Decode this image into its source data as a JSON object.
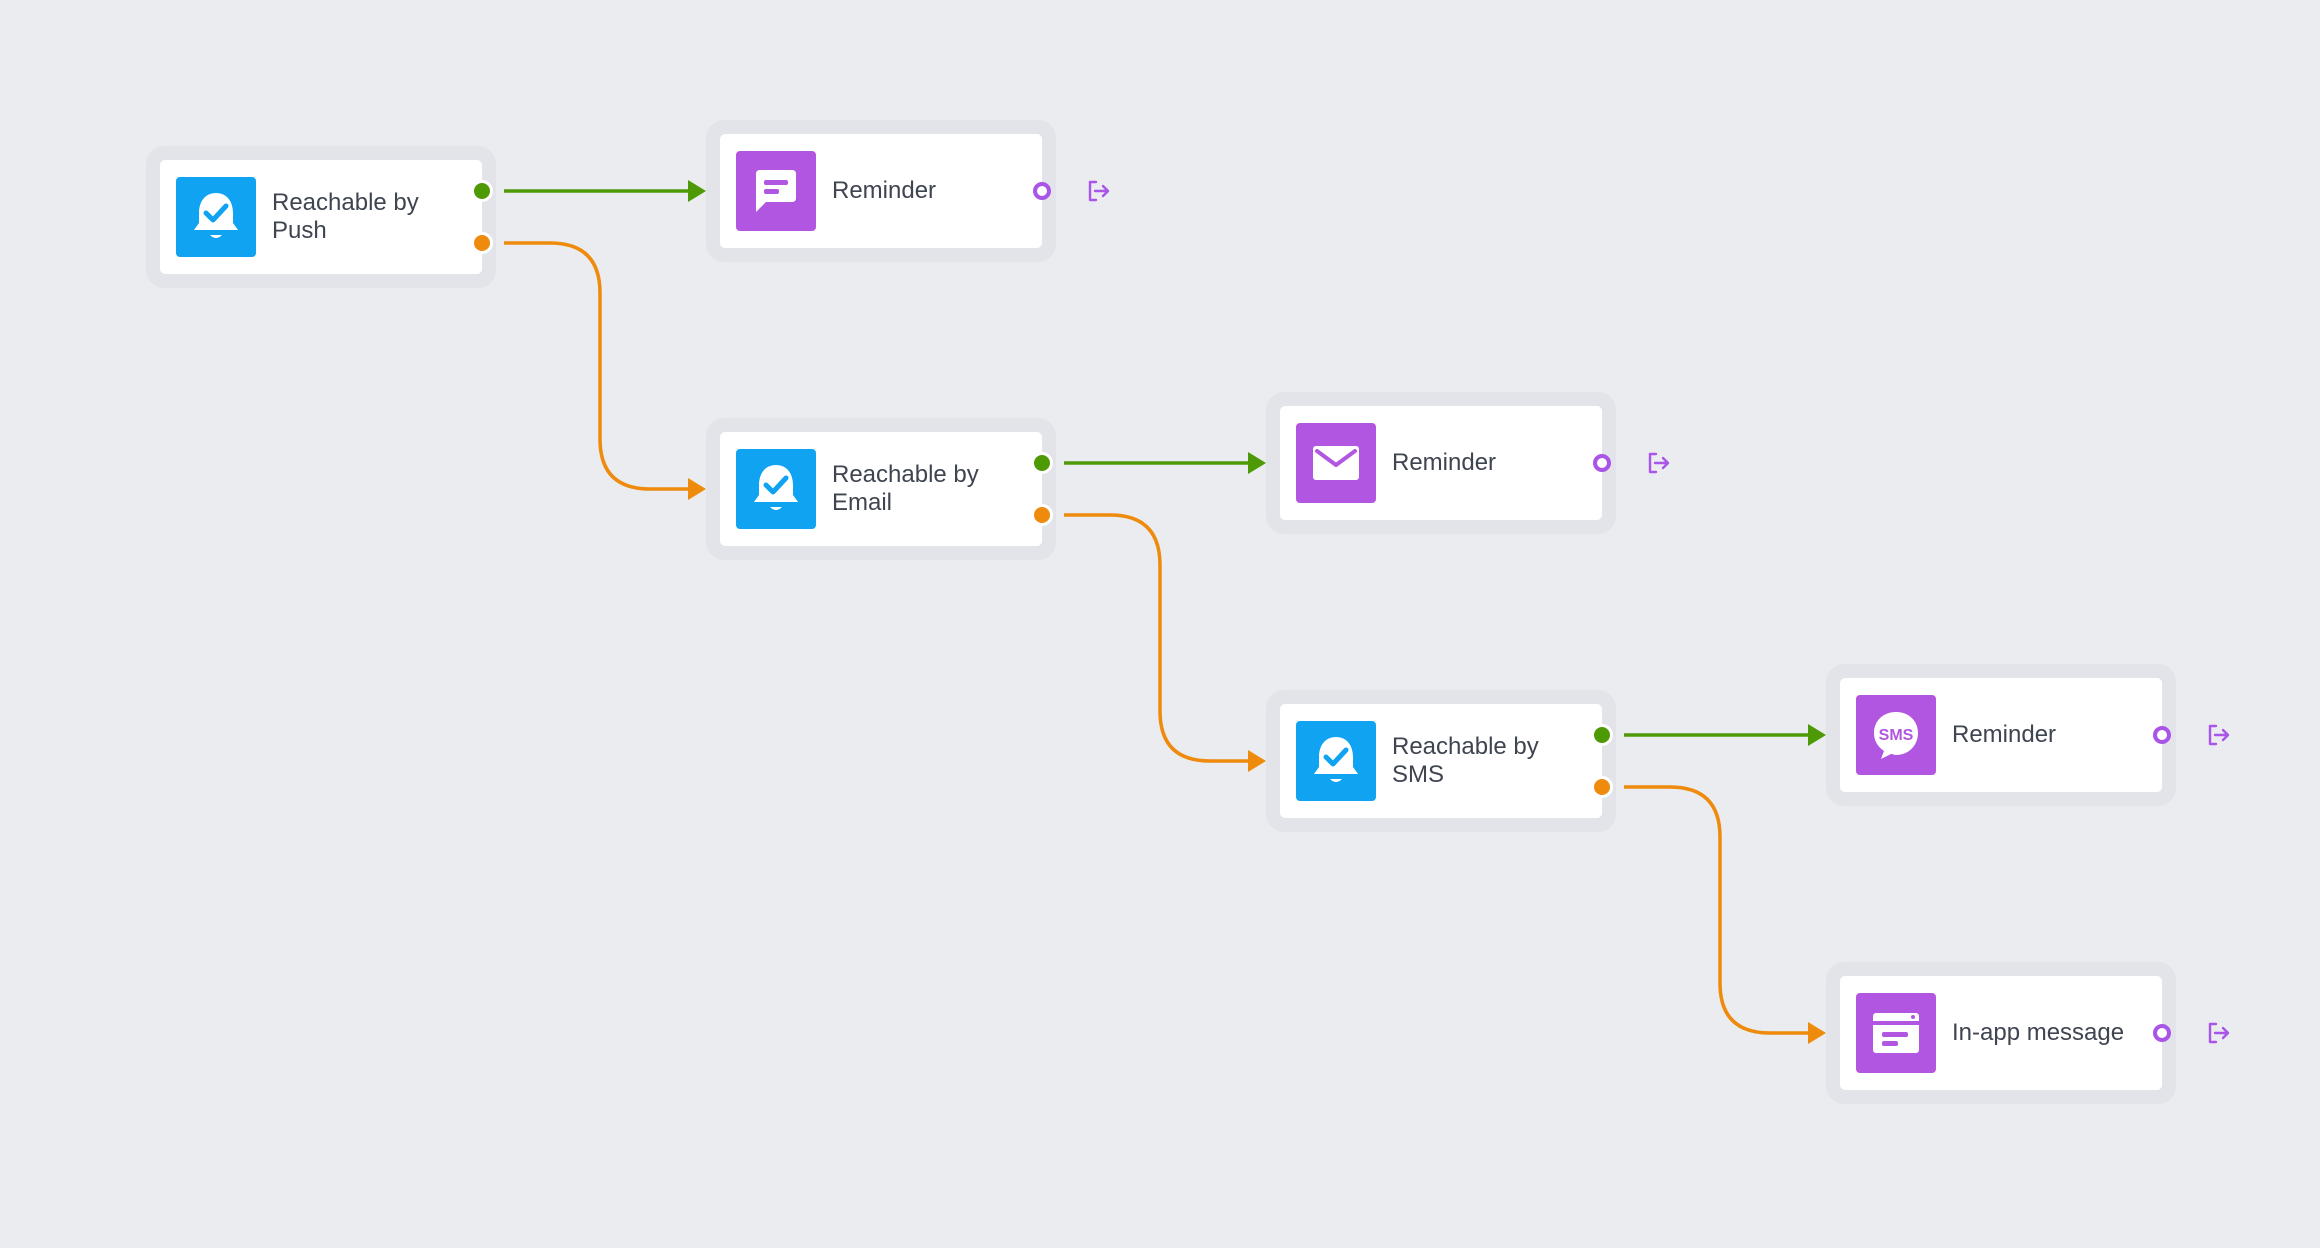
{
  "colors": {
    "canvas": "#EBECF0",
    "condition_icon_bg": "#0FA3F1",
    "action_icon_bg": "#B056E0",
    "success_wire": "#4E9A06",
    "failure_wire": "#EE8A0C",
    "output_port": "#A855E8"
  },
  "nodes": [
    {
      "id": "push",
      "kind": "condition",
      "icon": "bell-check-icon",
      "label": "Reachable by Push"
    },
    {
      "id": "rem1",
      "kind": "action",
      "icon": "chat-message-icon",
      "label": "Reminder"
    },
    {
      "id": "email",
      "kind": "condition",
      "icon": "bell-check-icon",
      "label": "Reachable by Email"
    },
    {
      "id": "rem2",
      "kind": "action",
      "icon": "envelope-icon",
      "label": "Reminder"
    },
    {
      "id": "sms",
      "kind": "condition",
      "icon": "bell-check-icon",
      "label": "Reachable by SMS"
    },
    {
      "id": "rem3",
      "kind": "action",
      "icon": "sms-bubble-icon",
      "label": "Reminder"
    },
    {
      "id": "inapp",
      "kind": "action",
      "icon": "in-app-window-icon",
      "label": "In-app message"
    }
  ],
  "edges": [
    {
      "from": "push",
      "to": "rem1",
      "type": "success"
    },
    {
      "from": "push",
      "to": "email",
      "type": "failure"
    },
    {
      "from": "email",
      "to": "rem2",
      "type": "success"
    },
    {
      "from": "email",
      "to": "sms",
      "type": "failure"
    },
    {
      "from": "sms",
      "to": "rem3",
      "type": "success"
    },
    {
      "from": "sms",
      "to": "inapp",
      "type": "failure"
    }
  ],
  "sms_icon_text": "SMS"
}
